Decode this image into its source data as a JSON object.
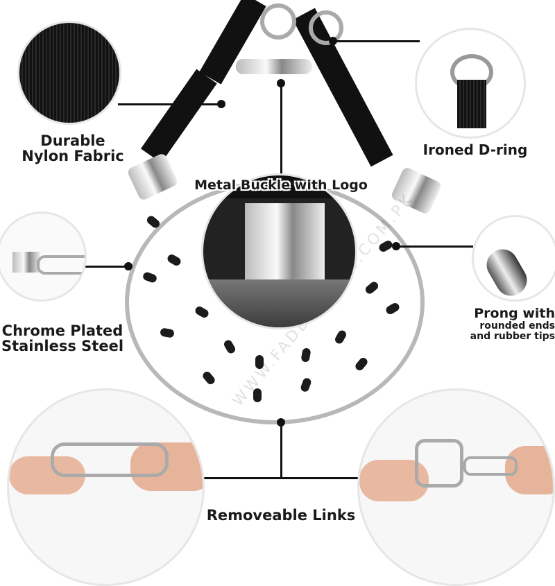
{
  "labels": {
    "nylon": [
      "Durable",
      "Nylon Fabric"
    ],
    "dring": "Ironed D-ring",
    "buckle": "Metal Buckle with Logo",
    "chrome": [
      "Chrome Plated",
      "Stainless Steel"
    ],
    "prong": [
      "Prong with",
      "rounded ends",
      "and rubber tips"
    ],
    "links": "Removeable Links"
  },
  "watermark": "WWW.FADDSPORTS.COM.PK",
  "colors": {
    "line": "#111111",
    "strap": "#111111",
    "chrome": "#b8b8b8"
  }
}
